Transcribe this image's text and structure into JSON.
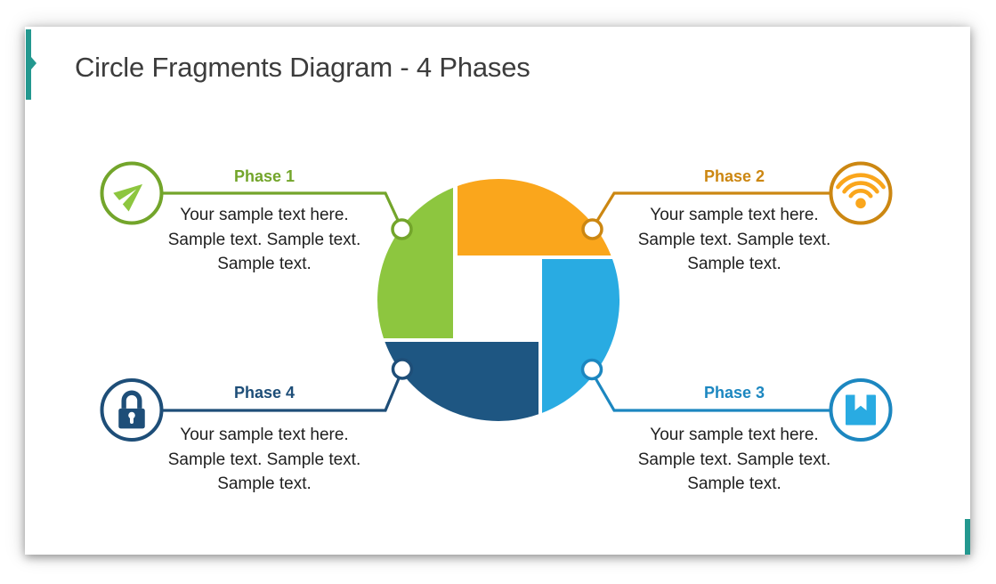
{
  "slide_title": "Circle Fragments Diagram - 4 Phases",
  "colors": {
    "teal": "#23988F",
    "title_text": "#3C3C3C",
    "body_text": "#1F1F1F",
    "green": "#8DC63F",
    "green_dark": "#73A52B",
    "orange": "#FAA61C",
    "orange_dark": "#CC8712",
    "blue": "#29ABE2",
    "blue_dark": "#1C87C0",
    "navy": "#1E5682",
    "navy_dark": "#1E4E78"
  },
  "phases": [
    {
      "label": "Phase 1",
      "icon": "paper-plane-icon",
      "text": [
        "Your sample text here.",
        "Sample text. Sample text.",
        "Sample text."
      ]
    },
    {
      "label": "Phase 2",
      "icon": "wifi-icon",
      "text": [
        "Your sample text here.",
        "Sample text. Sample text.",
        "Sample text."
      ]
    },
    {
      "label": "Phase 3",
      "icon": "bookmark-icon",
      "text": [
        "Your sample text here.",
        "Sample text. Sample text.",
        "Sample text."
      ]
    },
    {
      "label": "Phase 4",
      "icon": "lock-icon",
      "text": [
        "Your sample text here.",
        "Sample text. Sample text.",
        "Sample text."
      ]
    }
  ]
}
